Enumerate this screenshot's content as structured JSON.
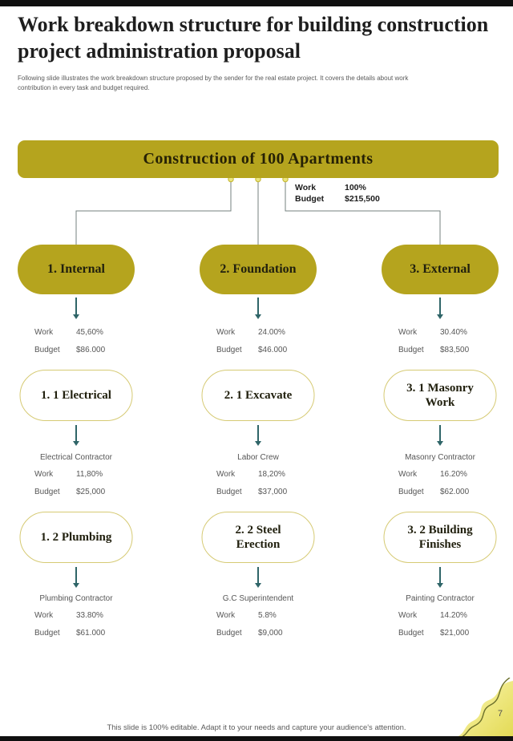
{
  "header": {
    "title": "Work breakdown structure for building construction project administration proposal",
    "subtitle": "Following slide illustrates the work breakdown structure proposed by the sender for the real estate project. It covers the details about work contribution in every task and budget required."
  },
  "labels": {
    "work": "Work",
    "budget": "Budget"
  },
  "root": {
    "label": "Construction of 100 Apartments",
    "work": "100%",
    "budget": "$215,500"
  },
  "columns": [
    {
      "branch": {
        "label": "1. Internal",
        "work": "45,60%",
        "budget": "$86.000"
      },
      "tasks": [
        {
          "label": "1. 1 Electrical",
          "contractor": "Electrical Contractor",
          "work": "11,80%",
          "budget": "$25,000"
        },
        {
          "label": "1. 2 Plumbing",
          "contractor": "Plumbing Contractor",
          "work": "33.80%",
          "budget": "$61.000"
        }
      ]
    },
    {
      "branch": {
        "label": "2. Foundation",
        "work": "24.00%",
        "budget": "$46.000"
      },
      "tasks": [
        {
          "label": "2. 1 Excavate",
          "contractor": "Labor Crew",
          "work": "18,20%",
          "budget": "$37,000"
        },
        {
          "label": "2. 2 Steel Erection",
          "contractor": "G.C Superintendent",
          "work": "5.8%",
          "budget": "$9,000"
        }
      ]
    },
    {
      "branch": {
        "label": "3. External",
        "work": "30.40%",
        "budget": "$83,500"
      },
      "tasks": [
        {
          "label": "3. 1 Masonry Work",
          "contractor": "Masonry Contractor",
          "work": "16.20%",
          "budget": "$62.000"
        },
        {
          "label": "3. 2 Building Finishes",
          "contractor": "Painting Contractor",
          "work": "14.20%",
          "budget": "$21,000"
        }
      ]
    }
  ],
  "footer": {
    "note": "This slide is 100% editable. Adapt it to your needs and capture your audience's attention.",
    "page_number": "7"
  },
  "colors": {
    "accent_olive": "#b5a41e",
    "pill_border": "#d6ca74",
    "arrow_teal": "#2f6568",
    "connector_gray": "#74827f",
    "muted_text": "#595959",
    "bar_black": "#101010"
  }
}
